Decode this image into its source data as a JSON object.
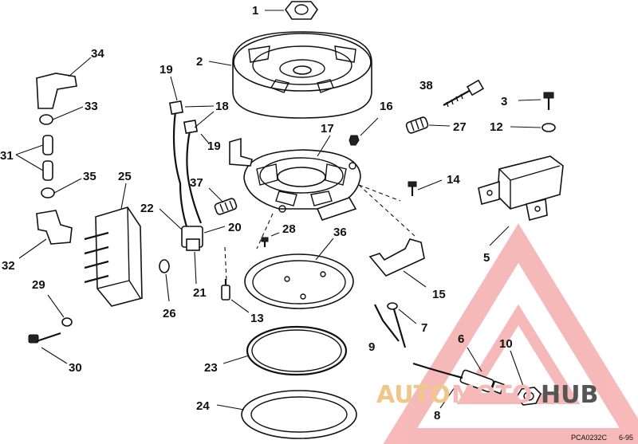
{
  "callouts": {
    "c1": "1",
    "c2": "2",
    "c3": "3",
    "c5": "5",
    "c6": "6",
    "c7": "7",
    "c8": "8",
    "c9": "9",
    "c10": "10",
    "c12": "12",
    "c13": "13",
    "c14": "14",
    "c15": "15",
    "c16": "16",
    "c17": "17",
    "c18": "18",
    "c19a": "19",
    "c19b": "19",
    "c20": "20",
    "c21": "21",
    "c22": "22",
    "c23": "23",
    "c24": "24",
    "c25": "25",
    "c26": "26",
    "c27": "27",
    "c28": "28",
    "c29": "29",
    "c30": "30",
    "c31": "31",
    "c32": "32",
    "c33": "33",
    "c34": "34",
    "c35": "35",
    "c36": "36",
    "c37": "37",
    "c38": "38"
  },
  "drawing_code": "PCA0232C",
  "drawing_date": "6-95",
  "watermark": {
    "auto": "AUTO",
    "moto": "MOTO",
    "hub": "HUB",
    "auto_color": "#f0c78a",
    "moto_color": "#f7b8b8",
    "hub_color": "#555555",
    "logo_color": "#f08080"
  }
}
